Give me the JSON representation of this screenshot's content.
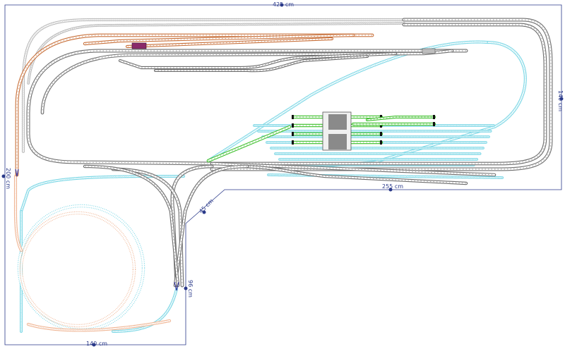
{
  "plan": {
    "dimensions": {
      "top": "425 cm",
      "right": "140 cm",
      "left": "200 cm",
      "inner_top": "255 cm",
      "diagonal": "45 cm",
      "inner_vertical": "96 cm",
      "bottom": "140 cm"
    },
    "colors": {
      "board_outline": "#2b3a8a",
      "grey_track": "#6d6d6d",
      "grey_track_light": "#bdbdbd",
      "hidden_track": "#7fd8e6",
      "orange_track": "#c8703a",
      "orange_hidden": "#f0b898",
      "green_track": "#3cbf2a",
      "platform": "#d9d9d9",
      "wagon": "#8a2a6a"
    }
  }
}
